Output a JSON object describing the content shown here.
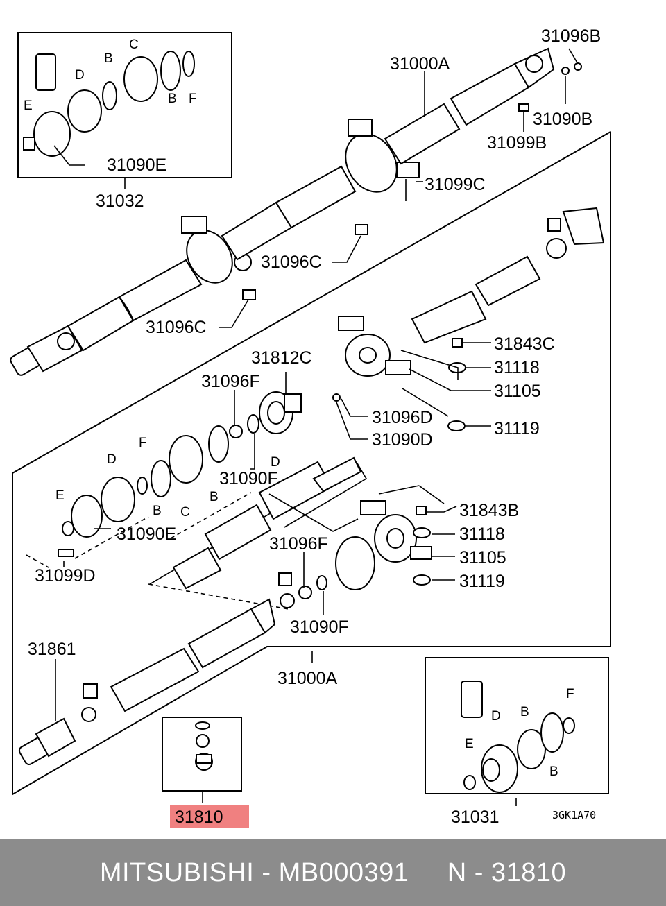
{
  "labels": {
    "p31096B": "31096B",
    "p31000A_top": "31000A",
    "p31090B": "31090B",
    "p31099B": "31099B",
    "p31099C": "31099C",
    "p31090E_top": "31090E",
    "p31032": "31032",
    "p31096C_a": "31096C",
    "p31096C_b": "31096C",
    "p31812C": "31812C",
    "p31096F_a": "31096F",
    "p31843C": "31843C",
    "p31118_a": "31118",
    "p31105_a": "31105",
    "p31096D": "31096D",
    "p31090D": "31090D",
    "p31119_a": "31119",
    "p31090F_a": "31090F",
    "p31090E_mid": "31090E",
    "p31099D": "31099D",
    "p31843B": "31843B",
    "p31118_b": "31118",
    "p31096F_b": "31096F",
    "p31105_b": "31105",
    "p31119_b": "31119",
    "p31090F_b": "31090F",
    "p31861": "31861",
    "p31000A_bot": "31000A",
    "p31031": "31031",
    "p31810": "31810",
    "code": "3GK1A70"
  },
  "letters": {
    "tl_C": "C",
    "tl_B1": "B",
    "tl_D": "D",
    "tl_B2": "B",
    "tl_F": "F",
    "tl_E": "E",
    "m_D1": "D",
    "m_F": "F",
    "m_D2": "D",
    "m_E": "E",
    "m_B1": "B",
    "m_C": "C",
    "m_B2": "B",
    "br_D": "D",
    "br_B1": "B",
    "br_F": "F",
    "br_E": "E",
    "br_B2": "B"
  },
  "highlight_color": "#f08080",
  "footer": {
    "brand_part": "MITSUBISHI - MB000391",
    "ref": "N - 31810"
  }
}
